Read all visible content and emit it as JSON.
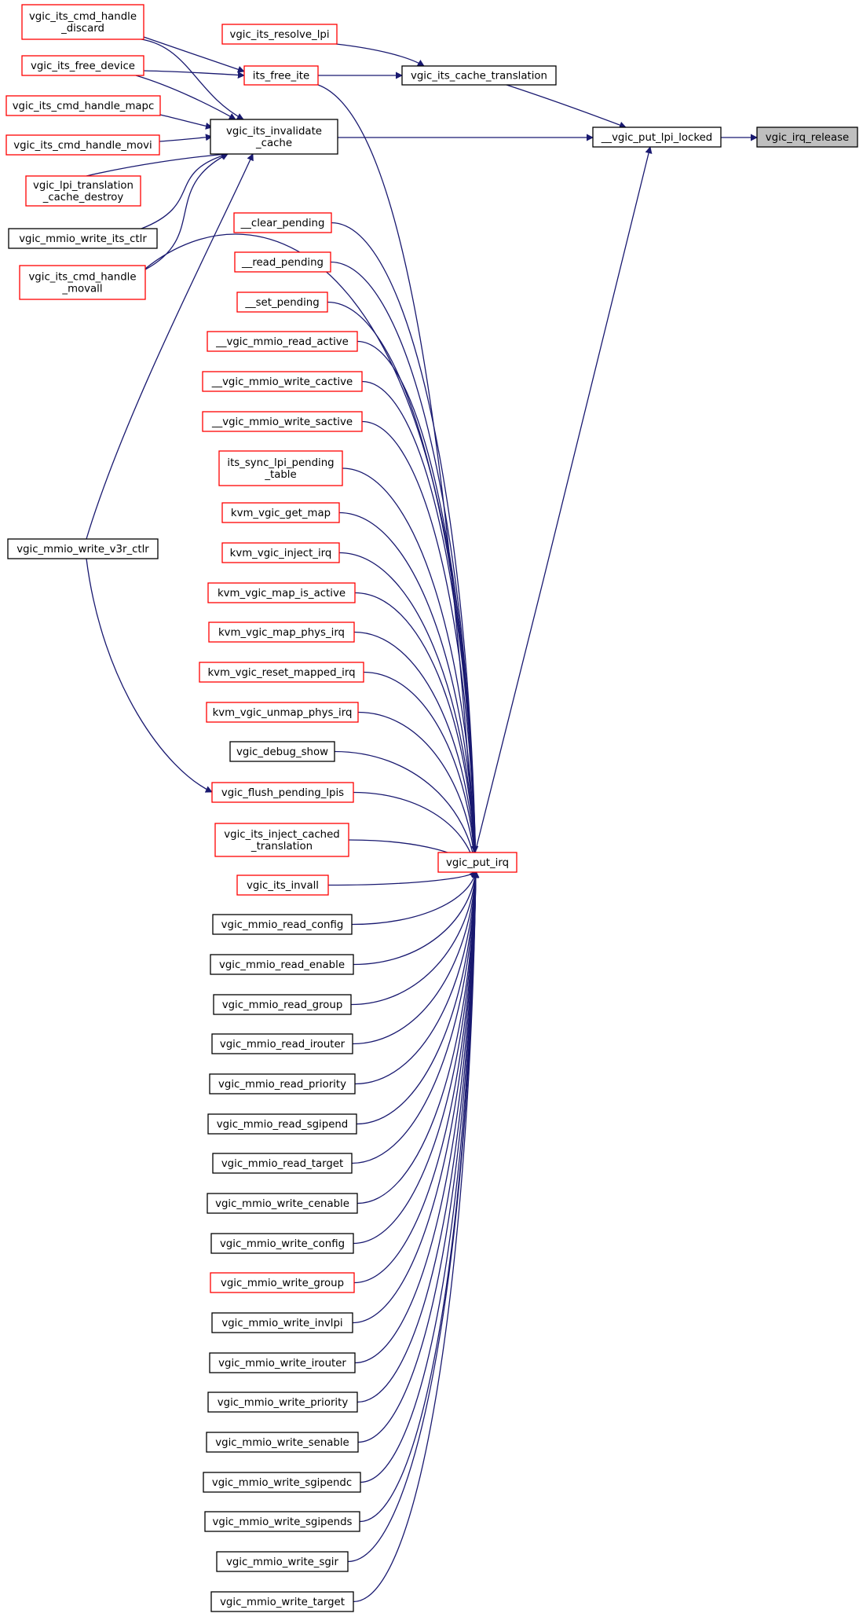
{
  "colors": {
    "edge": "#191970",
    "border_documented": "#ff0000",
    "border_plain": "#000000",
    "root_fill": "#bfbfbf",
    "fill": "#ffffff"
  },
  "nodes": {
    "vgic_irq_release": {
      "label": [
        "vgic_irq_release"
      ],
      "style": "root"
    },
    "vgic_put_lpi_locked": {
      "label": [
        "__vgic_put_lpi_locked"
      ],
      "style": "plain"
    },
    "vgic_its_cache_translation": {
      "label": [
        "vgic_its_cache_translation"
      ],
      "style": "plain"
    },
    "vgic_its_invalidate_cache": {
      "label": [
        "vgic_its_invalidate",
        "_cache"
      ],
      "style": "plain"
    },
    "vgic_put_irq": {
      "label": [
        "vgic_put_irq"
      ],
      "style": "red"
    },
    "vgic_its_resolve_lpi": {
      "label": [
        "vgic_its_resolve_lpi"
      ],
      "style": "red"
    },
    "its_free_ite": {
      "label": [
        "its_free_ite"
      ],
      "style": "red"
    },
    "vgic_its_cmd_handle_discard": {
      "label": [
        "vgic_its_cmd_handle",
        "_discard"
      ],
      "style": "red"
    },
    "vgic_its_free_device": {
      "label": [
        "vgic_its_free_device"
      ],
      "style": "red"
    },
    "vgic_its_cmd_handle_mapc": {
      "label": [
        "vgic_its_cmd_handle_mapc"
      ],
      "style": "red"
    },
    "vgic_its_cmd_handle_movi": {
      "label": [
        "vgic_its_cmd_handle_movi"
      ],
      "style": "red"
    },
    "vgic_lpi_translation_cache_destroy": {
      "label": [
        "vgic_lpi_translation",
        "_cache_destroy"
      ],
      "style": "red"
    },
    "vgic_mmio_write_its_ctlr": {
      "label": [
        "vgic_mmio_write_its_ctlr"
      ],
      "style": "plain"
    },
    "vgic_its_cmd_handle_movall": {
      "label": [
        "vgic_its_cmd_handle",
        "_movall"
      ],
      "style": "red"
    },
    "vgic_mmio_write_v3r_ctlr": {
      "label": [
        "vgic_mmio_write_v3r_ctlr"
      ],
      "style": "plain"
    },
    "clear_pending": {
      "label": [
        "__clear_pending"
      ],
      "style": "red"
    },
    "read_pending": {
      "label": [
        "__read_pending"
      ],
      "style": "red"
    },
    "set_pending": {
      "label": [
        "__set_pending"
      ],
      "style": "red"
    },
    "vgic_mmio_read_active": {
      "label": [
        "__vgic_mmio_read_active"
      ],
      "style": "red"
    },
    "vgic_mmio_write_cactive": {
      "label": [
        "__vgic_mmio_write_cactive"
      ],
      "style": "red"
    },
    "vgic_mmio_write_sactive": {
      "label": [
        "__vgic_mmio_write_sactive"
      ],
      "style": "red"
    },
    "its_sync_lpi_pending_table": {
      "label": [
        "its_sync_lpi_pending",
        "_table"
      ],
      "style": "red"
    },
    "kvm_vgic_get_map": {
      "label": [
        "kvm_vgic_get_map"
      ],
      "style": "red"
    },
    "kvm_vgic_inject_irq": {
      "label": [
        "kvm_vgic_inject_irq"
      ],
      "style": "red"
    },
    "kvm_vgic_map_is_active": {
      "label": [
        "kvm_vgic_map_is_active"
      ],
      "style": "red"
    },
    "kvm_vgic_map_phys_irq": {
      "label": [
        "kvm_vgic_map_phys_irq"
      ],
      "style": "red"
    },
    "kvm_vgic_reset_mapped_irq": {
      "label": [
        "kvm_vgic_reset_mapped_irq"
      ],
      "style": "red"
    },
    "kvm_vgic_unmap_phys_irq": {
      "label": [
        "kvm_vgic_unmap_phys_irq"
      ],
      "style": "red"
    },
    "vgic_debug_show": {
      "label": [
        "vgic_debug_show"
      ],
      "style": "plain"
    },
    "vgic_flush_pending_lpis": {
      "label": [
        "vgic_flush_pending_lpis"
      ],
      "style": "red"
    },
    "vgic_its_inject_cached_translation": {
      "label": [
        "vgic_its_inject_cached",
        "_translation"
      ],
      "style": "red"
    },
    "vgic_its_invall": {
      "label": [
        "vgic_its_invall"
      ],
      "style": "red"
    },
    "vgic_mmio_read_config": {
      "label": [
        "vgic_mmio_read_config"
      ],
      "style": "plain"
    },
    "vgic_mmio_read_enable": {
      "label": [
        "vgic_mmio_read_enable"
      ],
      "style": "plain"
    },
    "vgic_mmio_read_group": {
      "label": [
        "vgic_mmio_read_group"
      ],
      "style": "plain"
    },
    "vgic_mmio_read_irouter": {
      "label": [
        "vgic_mmio_read_irouter"
      ],
      "style": "plain"
    },
    "vgic_mmio_read_priority": {
      "label": [
        "vgic_mmio_read_priority"
      ],
      "style": "plain"
    },
    "vgic_mmio_read_sgipend": {
      "label": [
        "vgic_mmio_read_sgipend"
      ],
      "style": "plain"
    },
    "vgic_mmio_read_target": {
      "label": [
        "vgic_mmio_read_target"
      ],
      "style": "plain"
    },
    "vgic_mmio_write_cenable": {
      "label": [
        "vgic_mmio_write_cenable"
      ],
      "style": "plain"
    },
    "vgic_mmio_write_config": {
      "label": [
        "vgic_mmio_write_config"
      ],
      "style": "plain"
    },
    "vgic_mmio_write_group": {
      "label": [
        "vgic_mmio_write_group"
      ],
      "style": "red"
    },
    "vgic_mmio_write_invlpi": {
      "label": [
        "vgic_mmio_write_invlpi"
      ],
      "style": "plain"
    },
    "vgic_mmio_write_irouter": {
      "label": [
        "vgic_mmio_write_irouter"
      ],
      "style": "plain"
    },
    "vgic_mmio_write_priority": {
      "label": [
        "vgic_mmio_write_priority"
      ],
      "style": "plain"
    },
    "vgic_mmio_write_senable": {
      "label": [
        "vgic_mmio_write_senable"
      ],
      "style": "plain"
    },
    "vgic_mmio_write_sgipendc": {
      "label": [
        "vgic_mmio_write_sgipendc"
      ],
      "style": "plain"
    },
    "vgic_mmio_write_sgipends": {
      "label": [
        "vgic_mmio_write_sgipends"
      ],
      "style": "plain"
    },
    "vgic_mmio_write_sgir": {
      "label": [
        "vgic_mmio_write_sgir"
      ],
      "style": "plain"
    },
    "vgic_mmio_write_target": {
      "label": [
        "vgic_mmio_write_target"
      ],
      "style": "plain"
    }
  },
  "edges": [
    {
      "from": "vgic_put_lpi_locked",
      "to": "vgic_irq_release"
    },
    {
      "from": "vgic_its_cache_translation",
      "to": "vgic_put_lpi_locked"
    },
    {
      "from": "vgic_its_invalidate_cache",
      "to": "vgic_put_lpi_locked"
    },
    {
      "from": "vgic_put_irq",
      "to": "vgic_put_lpi_locked"
    },
    {
      "from": "vgic_its_resolve_lpi",
      "to": "vgic_its_cache_translation"
    },
    {
      "from": "its_free_ite",
      "to": "vgic_its_cache_translation"
    },
    {
      "from": "vgic_its_cmd_handle_discard",
      "to": "its_free_ite"
    },
    {
      "from": "vgic_its_free_device",
      "to": "its_free_ite"
    },
    {
      "from": "vgic_its_cmd_handle_discard",
      "to": "vgic_its_invalidate_cache"
    },
    {
      "from": "vgic_its_free_device",
      "to": "vgic_its_invalidate_cache"
    },
    {
      "from": "vgic_its_cmd_handle_mapc",
      "to": "vgic_its_invalidate_cache"
    },
    {
      "from": "vgic_its_cmd_handle_movi",
      "to": "vgic_its_invalidate_cache"
    },
    {
      "from": "vgic_lpi_translation_cache_destroy",
      "to": "vgic_its_invalidate_cache"
    },
    {
      "from": "vgic_mmio_write_its_ctlr",
      "to": "vgic_its_invalidate_cache"
    },
    {
      "from": "vgic_its_cmd_handle_movall",
      "to": "vgic_its_invalidate_cache"
    },
    {
      "from": "vgic_mmio_write_v3r_ctlr",
      "to": "vgic_its_invalidate_cache"
    },
    {
      "from": "vgic_mmio_write_v3r_ctlr",
      "to": "vgic_flush_pending_lpis"
    },
    {
      "from": "its_free_ite",
      "to": "vgic_put_irq"
    },
    {
      "from": "vgic_its_cmd_handle_movall",
      "to": "vgic_put_irq"
    },
    {
      "from": "clear_pending",
      "to": "vgic_put_irq"
    },
    {
      "from": "read_pending",
      "to": "vgic_put_irq"
    },
    {
      "from": "set_pending",
      "to": "vgic_put_irq"
    },
    {
      "from": "vgic_mmio_read_active",
      "to": "vgic_put_irq"
    },
    {
      "from": "vgic_mmio_write_cactive",
      "to": "vgic_put_irq"
    },
    {
      "from": "vgic_mmio_write_sactive",
      "to": "vgic_put_irq"
    },
    {
      "from": "its_sync_lpi_pending_table",
      "to": "vgic_put_irq"
    },
    {
      "from": "kvm_vgic_get_map",
      "to": "vgic_put_irq"
    },
    {
      "from": "kvm_vgic_inject_irq",
      "to": "vgic_put_irq"
    },
    {
      "from": "kvm_vgic_map_is_active",
      "to": "vgic_put_irq"
    },
    {
      "from": "kvm_vgic_map_phys_irq",
      "to": "vgic_put_irq"
    },
    {
      "from": "kvm_vgic_reset_mapped_irq",
      "to": "vgic_put_irq"
    },
    {
      "from": "kvm_vgic_unmap_phys_irq",
      "to": "vgic_put_irq"
    },
    {
      "from": "vgic_debug_show",
      "to": "vgic_put_irq"
    },
    {
      "from": "vgic_flush_pending_lpis",
      "to": "vgic_put_irq"
    },
    {
      "from": "vgic_its_inject_cached_translation",
      "to": "vgic_put_irq"
    },
    {
      "from": "vgic_its_invall",
      "to": "vgic_put_irq"
    },
    {
      "from": "vgic_mmio_read_config",
      "to": "vgic_put_irq"
    },
    {
      "from": "vgic_mmio_read_enable",
      "to": "vgic_put_irq"
    },
    {
      "from": "vgic_mmio_read_group",
      "to": "vgic_put_irq"
    },
    {
      "from": "vgic_mmio_read_irouter",
      "to": "vgic_put_irq"
    },
    {
      "from": "vgic_mmio_read_priority",
      "to": "vgic_put_irq"
    },
    {
      "from": "vgic_mmio_read_sgipend",
      "to": "vgic_put_irq"
    },
    {
      "from": "vgic_mmio_read_target",
      "to": "vgic_put_irq"
    },
    {
      "from": "vgic_mmio_write_cenable",
      "to": "vgic_put_irq"
    },
    {
      "from": "vgic_mmio_write_config",
      "to": "vgic_put_irq"
    },
    {
      "from": "vgic_mmio_write_group",
      "to": "vgic_put_irq"
    },
    {
      "from": "vgic_mmio_write_invlpi",
      "to": "vgic_put_irq"
    },
    {
      "from": "vgic_mmio_write_irouter",
      "to": "vgic_put_irq"
    },
    {
      "from": "vgic_mmio_write_priority",
      "to": "vgic_put_irq"
    },
    {
      "from": "vgic_mmio_write_senable",
      "to": "vgic_put_irq"
    },
    {
      "from": "vgic_mmio_write_sgipendc",
      "to": "vgic_put_irq"
    },
    {
      "from": "vgic_mmio_write_sgipends",
      "to": "vgic_put_irq"
    },
    {
      "from": "vgic_mmio_write_sgir",
      "to": "vgic_put_irq"
    },
    {
      "from": "vgic_mmio_write_target",
      "to": "vgic_put_irq"
    }
  ]
}
